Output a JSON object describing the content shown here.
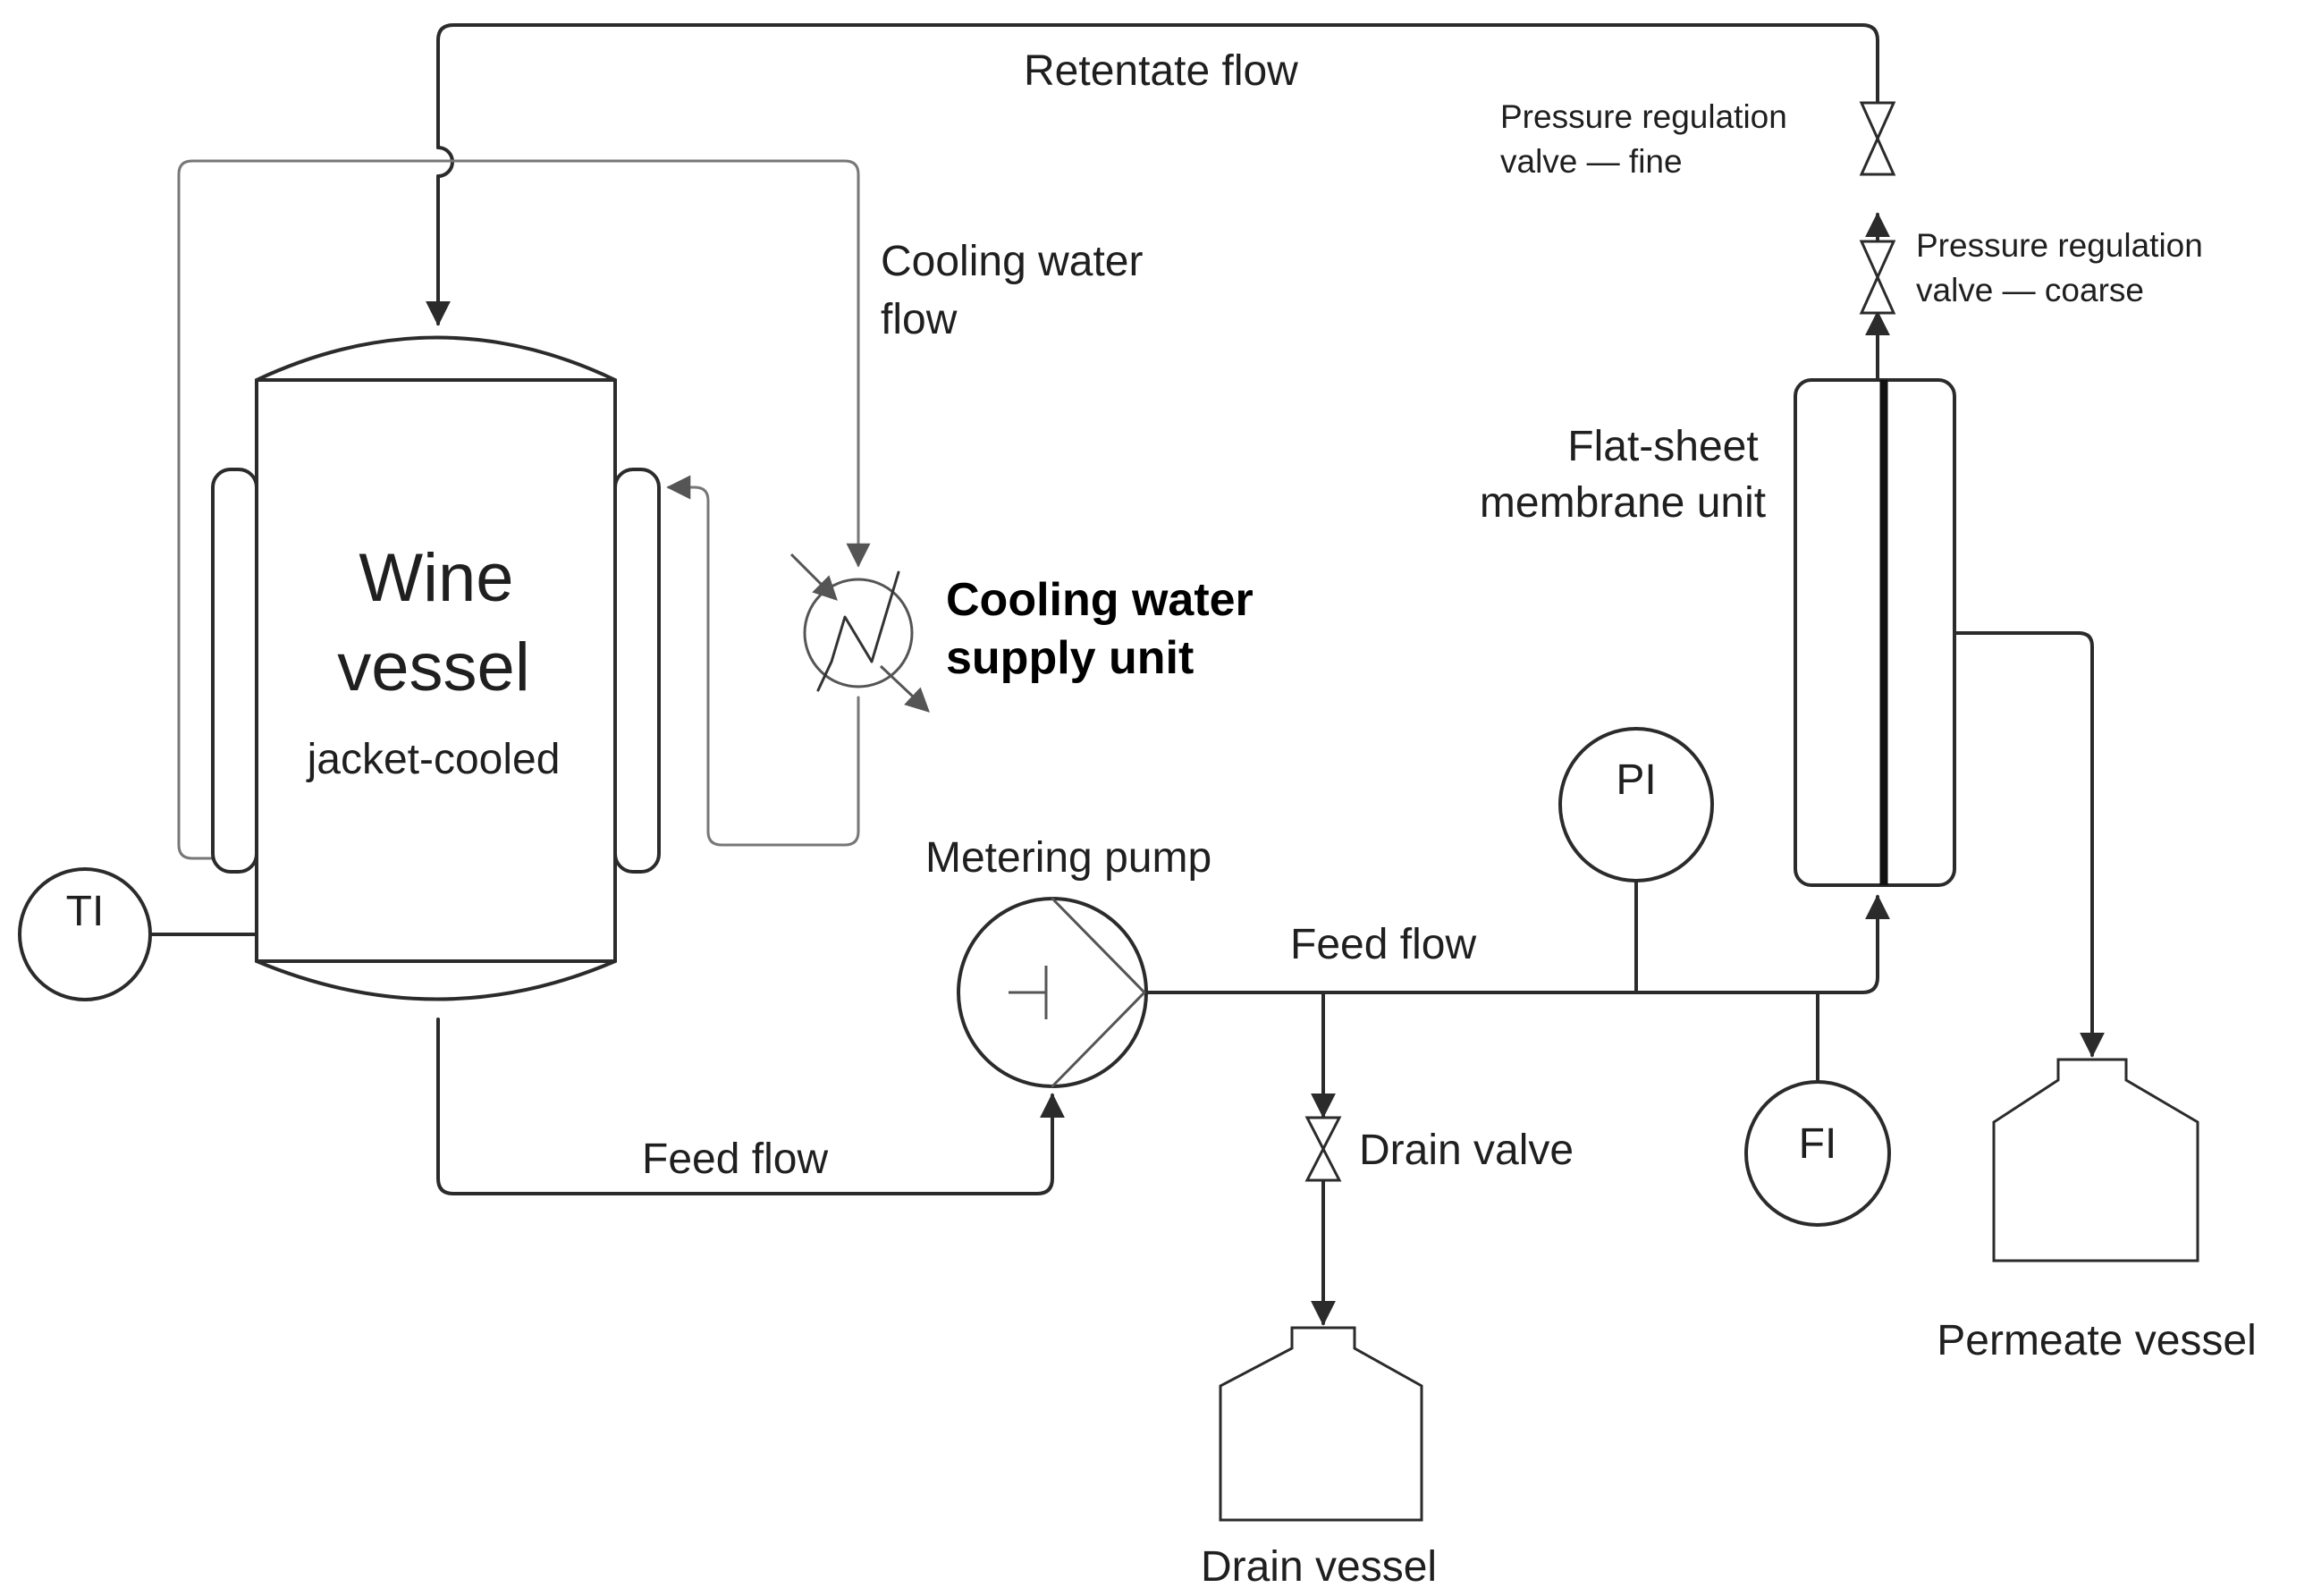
{
  "colors": {
    "line": "#2b2b2b",
    "thin_line": "#777777",
    "text": "#1f1f1f"
  },
  "labels": {
    "retentate_flow": "Retentate flow",
    "prv_fine_1": "Pressure regulation",
    "prv_fine_2": "valve — fine",
    "prv_coarse_1": "Pressure regulation",
    "prv_coarse_2": "valve — coarse",
    "cooling_flow_1": "Cooling water",
    "cooling_flow_2": "flow",
    "cooling_unit_1": "Cooling water",
    "cooling_unit_2": "supply unit",
    "wine_vessel_1": "Wine",
    "wine_vessel_2": "vessel",
    "wine_vessel_3": "jacket-cooled",
    "membrane_1": "Flat-sheet",
    "membrane_2": "membrane unit",
    "ti": "TI",
    "pi": "PI",
    "fi": "FI",
    "metering_pump": "Metering pump",
    "feed_flow_top": "Feed flow",
    "feed_flow_bottom": "Feed flow",
    "drain_valve": "Drain valve",
    "drain_vessel": "Drain vessel",
    "permeate_vessel": "Permeate vessel"
  },
  "icons": {
    "valve": "valve-icon",
    "pump": "pump-icon",
    "heat_exchanger": "heat-exchanger-icon",
    "instrument": "instrument-circle-icon"
  }
}
